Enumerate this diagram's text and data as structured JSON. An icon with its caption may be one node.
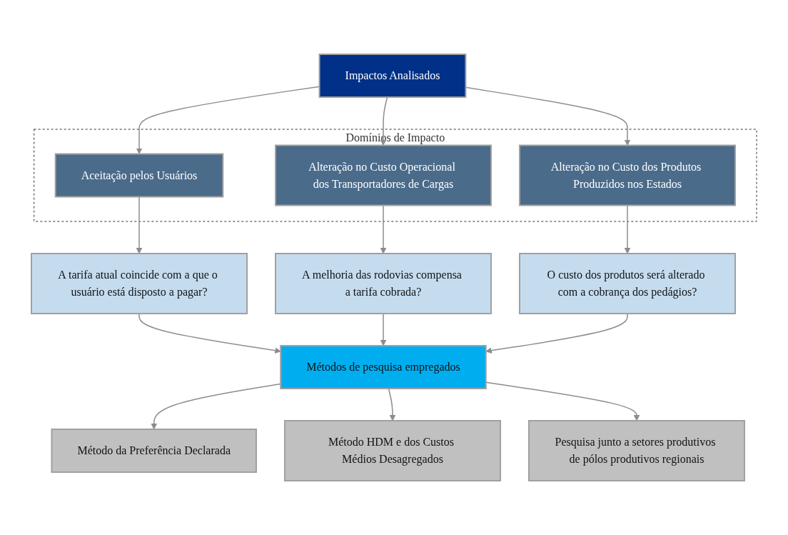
{
  "diagram": {
    "nodes": [
      {
        "text": [
          "Impactos Analisados"
        ]
      },
      {
        "text": [
          "Domínios de Impacto"
        ]
      },
      {
        "text": [
          "Aceitação pelos Usuários"
        ],
        "in": 1
      },
      {
        "text": [
          "Alteração no Custo Operacional dos Transportadores de Cargas"
        ],
        "in": 1
      },
      {
        "text": [
          "Alteração no Custo dos Produtos Produzidos nos Estados"
        ],
        "in": 1
      },
      {
        "text": [
          "A tarifa atual coincide com a que o usuário está disposto a pagar?"
        ]
      },
      {
        "text": [
          "A melhoria das rodovias compensa a tarifa cobrada?"
        ]
      },
      {
        "text": [
          "O custo dos produtos será alterado com a cobrança dos pedágios?"
        ]
      },
      {
        "text": [
          "Métodos de pesquisa empregados"
        ]
      },
      {
        "text": [
          "Método da Preferência Declarada"
        ]
      },
      {
        "text": [
          "Método HDM e dos Custos Médios Desagregados"
        ]
      },
      {
        "text": [
          "Pesquisa junto a setores produtivos de pólos produtivos regionais"
        ]
      }
    ],
    "edges": [
      {
        "from": 0,
        "to": 2,
        "arrow": "to"
      },
      {
        "from": 0,
        "to": 3,
        "arrow": "to"
      },
      {
        "from": 0,
        "to": 4,
        "arrow": "to"
      },
      {
        "from": 2,
        "to": 5,
        "arrow": "to"
      },
      {
        "from": 3,
        "to": 6,
        "arrow": "to"
      },
      {
        "from": 4,
        "to": 7,
        "arrow": "to"
      },
      {
        "from": 5,
        "to": 8,
        "arrow": "to"
      },
      {
        "from": 6,
        "to": 8,
        "arrow": "to"
      },
      {
        "from": 7,
        "to": 8,
        "arrow": "to"
      },
      {
        "from": 8,
        "to": 9,
        "arrow": "to"
      },
      {
        "from": 8,
        "to": 10,
        "arrow": "to"
      },
      {
        "from": 8,
        "to": 11,
        "arrow": "to"
      }
    ]
  }
}
